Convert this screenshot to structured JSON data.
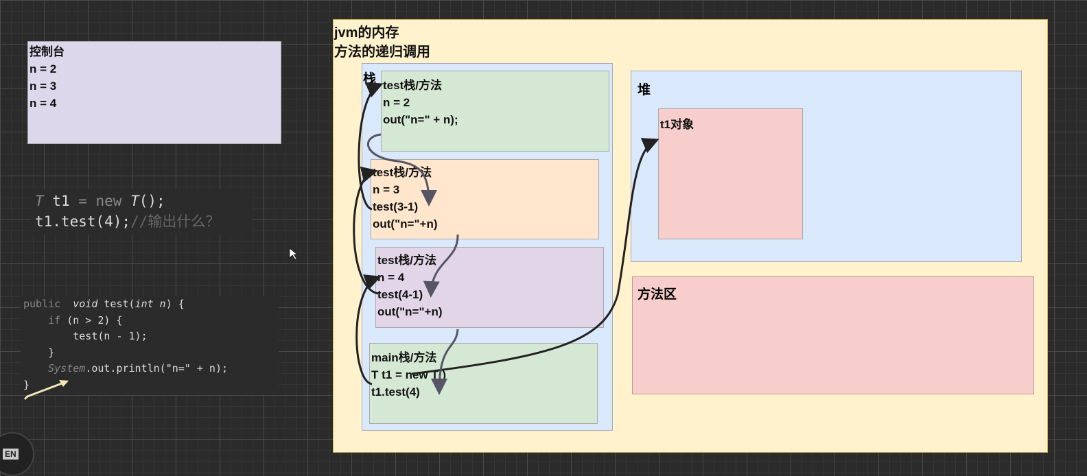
{
  "console": {
    "title": "控制台",
    "lines": [
      "n = 2",
      "n = 3",
      "n = 4"
    ]
  },
  "snippet": {
    "line1_a": "T",
    "line1_b": " t1 ",
    "line1_c": "= new ",
    "line1_d": "T",
    "line1_e": "();",
    "line2_a": "t1.test(4);",
    "line2_b": "//输出什么？"
  },
  "method_code": {
    "l1_a": "public  ",
    "l1_b": "void ",
    "l1_c": "test(",
    "l1_d": "int n",
    "l1_e": ") {",
    "l2_a": "    if ",
    "l2_b": "(n > 2) {",
    "l3": "        test(n - 1);",
    "l4": "    }",
    "l5_a": "    System",
    "l5_b": ".out.println(\"n=\" + n);",
    "l6": "}"
  },
  "diagram": {
    "title1": "jvm的内存",
    "title2": "方法的递归调用",
    "stack_label": "栈",
    "heap_label": "堆",
    "object_label": "t1对象",
    "method_area_label": "方法区",
    "frames": [
      {
        "lines": [
          "test栈/方法",
          "n = 2",
          "out(\"n=\" + n);"
        ]
      },
      {
        "lines": [
          "test栈/方法",
          "n = 3",
          "test(3-1)",
          "out(\"n=\"+n)"
        ]
      },
      {
        "lines": [
          "test栈/方法",
          "n = 4",
          "test(4-1)",
          "out(\"n=\"+n)"
        ]
      },
      {
        "lines": [
          "main栈/方法",
          "T t1 = new T()",
          "t1.test(4)"
        ]
      }
    ]
  },
  "ime": {
    "label": "EN"
  },
  "colors": {
    "yellow": "#fff2cc",
    "blue": "#dae8fc",
    "green": "#d5e8d4",
    "orange": "#ffe6cc",
    "purple": "#e1d5e7",
    "red": "#f8cecc"
  }
}
